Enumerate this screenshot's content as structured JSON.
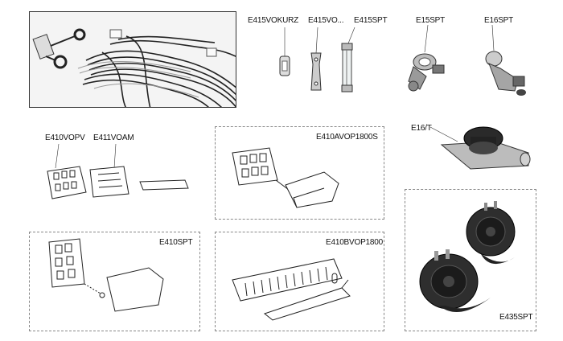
{
  "parts": {
    "wiring_harness": {
      "label": ""
    },
    "e415vokurz": {
      "label": "E415VOKURZ"
    },
    "e415vo": {
      "label": "E415VO..."
    },
    "e415spt": {
      "label": "E415SPT"
    },
    "e15spt": {
      "label": "E15SPT"
    },
    "e16spt": {
      "label": "E16SPT"
    },
    "e410vopv": {
      "label": "E410VOPV"
    },
    "e411voam": {
      "label": "E411VOAM"
    },
    "e410avop1800s": {
      "label": "E410AVOP1800S"
    },
    "e16t": {
      "label": "E16/T"
    },
    "e410spt": {
      "label": "E410SPT"
    },
    "e410bvop1800": {
      "label": "E410BVOP1800"
    },
    "e435spt": {
      "label": "E435SPT"
    }
  }
}
